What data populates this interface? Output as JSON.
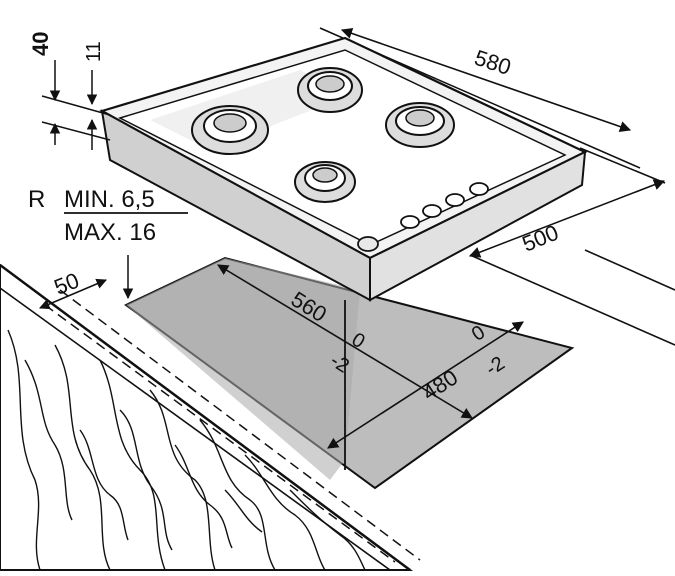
{
  "dimensions": {
    "hob_width": "580",
    "hob_depth": "500",
    "hob_height": "40",
    "hob_base_height": "11",
    "cutout_width": "560",
    "cutout_width_tol_plus": "0",
    "cutout_width_tol_minus": "-2",
    "cutout_depth": "480",
    "cutout_depth_tol_plus": "0",
    "cutout_depth_tol_minus": "-2",
    "edge_distance": "50"
  },
  "radius": {
    "prefix": "R",
    "min": "MIN. 6,5",
    "max": "MAX. 16"
  },
  "colors": {
    "line": "#111111",
    "hob_light": "#f2f2f2",
    "hob_shade": "#c8c8c8",
    "cutout": "#b9b9b9",
    "wood": "#ffffff"
  }
}
